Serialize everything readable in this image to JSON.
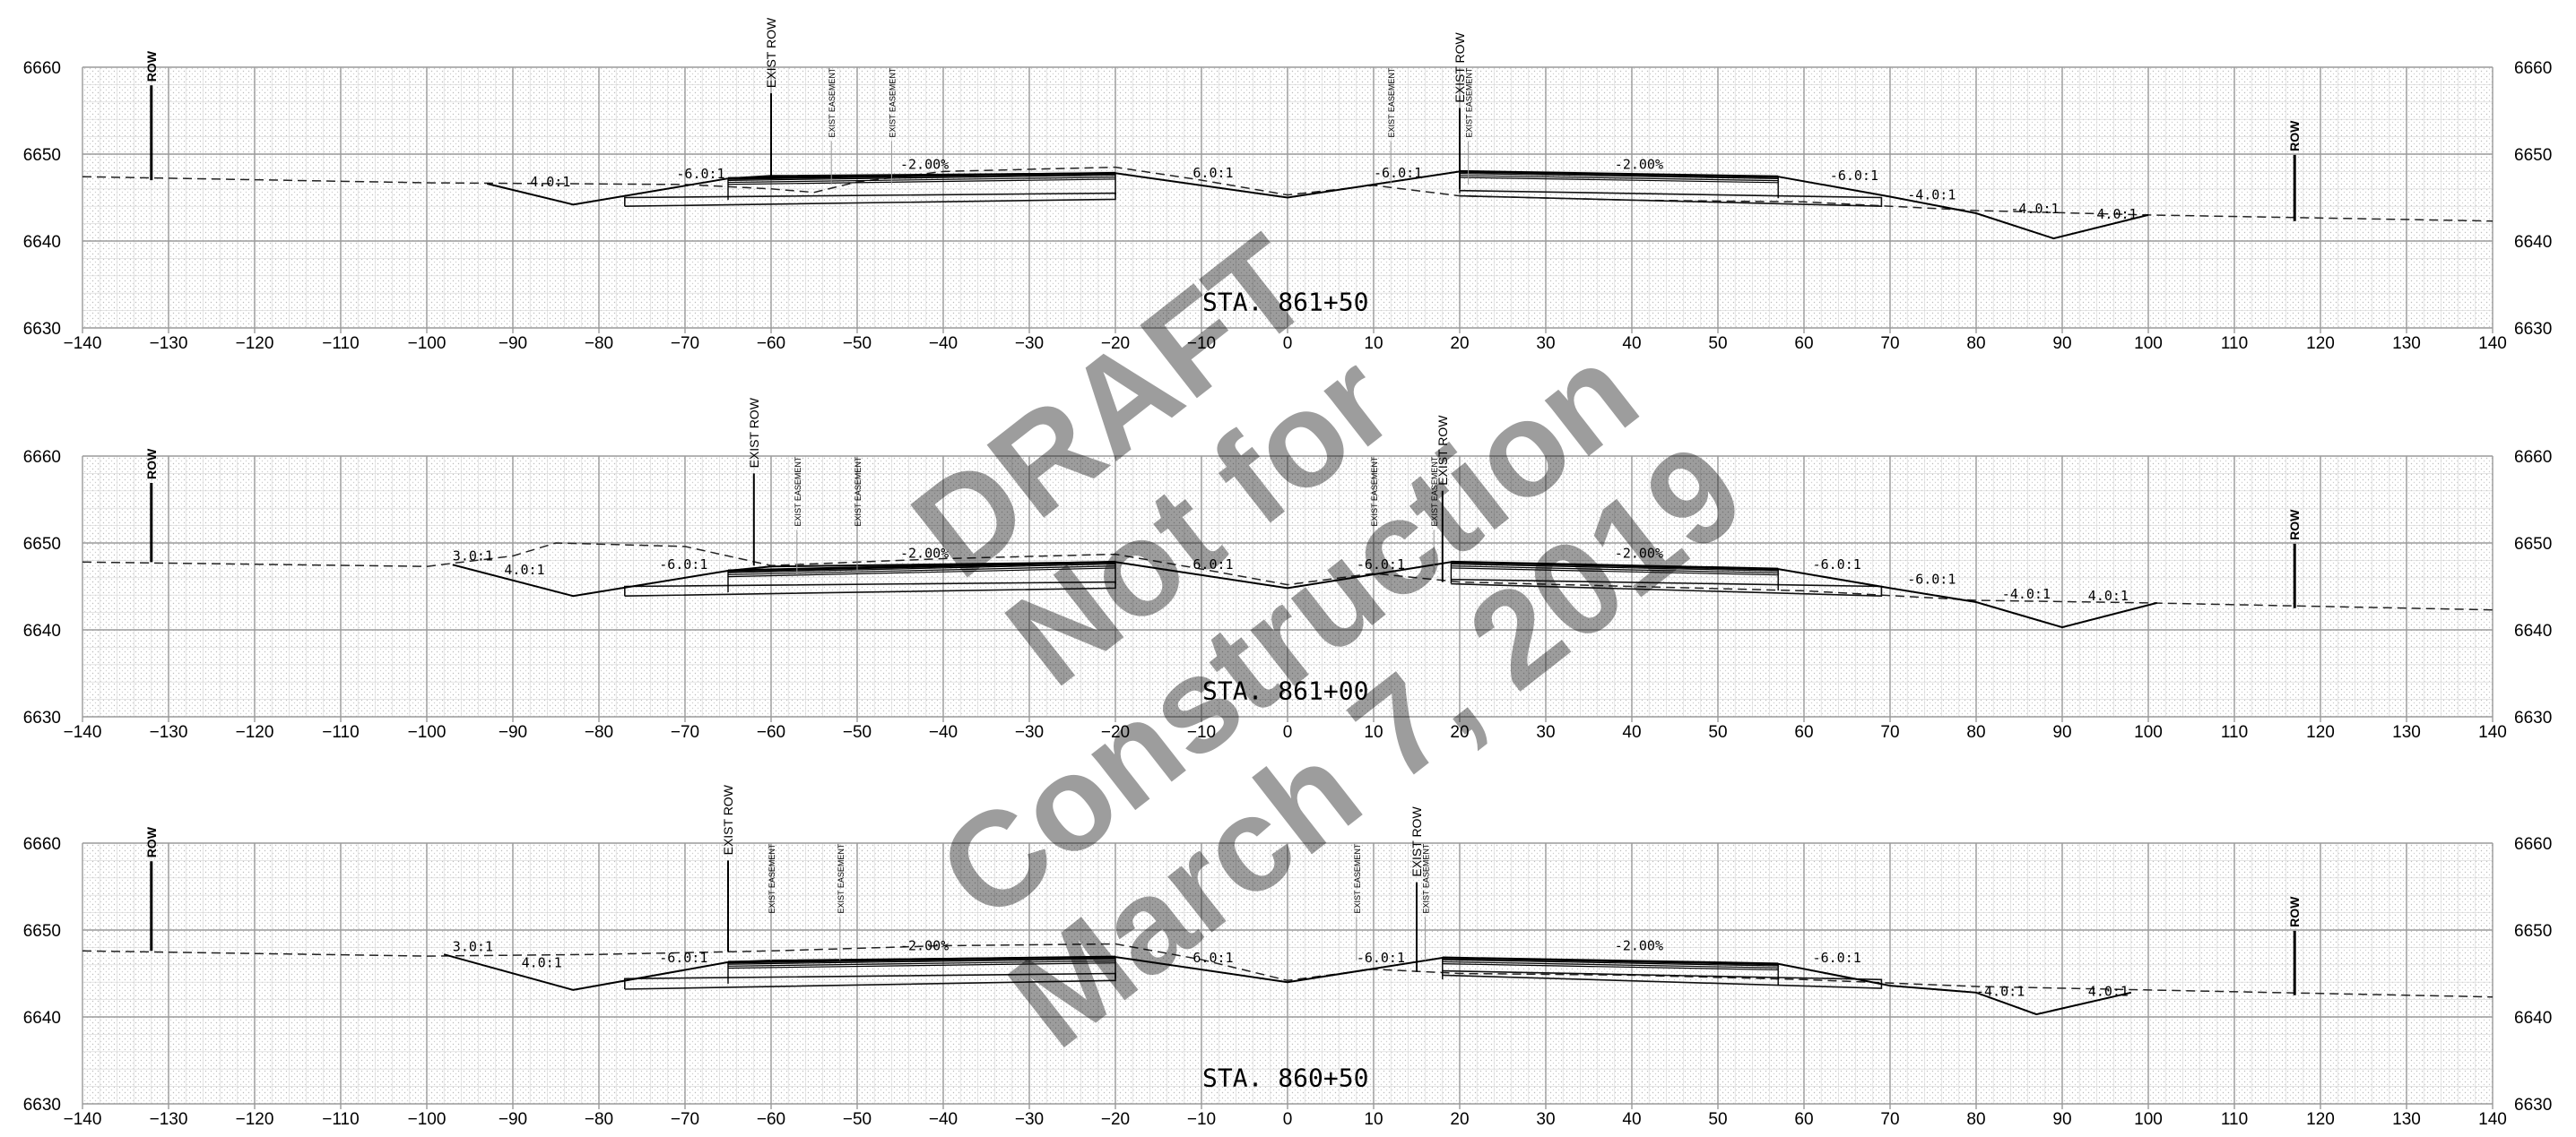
{
  "sheet": {
    "watermark": [
      "DRAFT",
      "Not for",
      "Construction",
      "March 7, 2019"
    ]
  },
  "axes": {
    "x_ticks": [
      -140,
      -130,
      -120,
      -110,
      -100,
      -90,
      -80,
      -70,
      -60,
      -50,
      -40,
      -30,
      -20,
      -10,
      0,
      10,
      20,
      30,
      40,
      50,
      60,
      70,
      80,
      90,
      100,
      110,
      120,
      130,
      140
    ],
    "y_ticks": [
      6630,
      6640,
      6650,
      6660
    ]
  },
  "sections": [
    {
      "station": "STA. 861+50",
      "existing_ground": [
        [
          -140,
          6647.4
        ],
        [
          -100,
          6646.7
        ],
        [
          -70,
          6646.5
        ],
        [
          -60,
          6646.0
        ],
        [
          -55,
          6645.6
        ],
        [
          -50,
          6646.8
        ],
        [
          -40,
          6648.0
        ],
        [
          -20,
          6648.5
        ],
        [
          -10,
          6647.0
        ],
        [
          0,
          6645.3
        ],
        [
          10,
          6646.4
        ],
        [
          20,
          6645.2
        ],
        [
          40,
          6644.7
        ],
        [
          60,
          6644.5
        ],
        [
          80,
          6643.5
        ],
        [
          100,
          6643.0
        ],
        [
          140,
          6642.3
        ]
      ],
      "proposed_surface": [
        [
          -93,
          6646.6
        ],
        [
          -83,
          6644.2
        ],
        [
          -65,
          6647.2
        ],
        [
          -60,
          6647.5
        ],
        [
          -20,
          6647.8
        ],
        [
          0,
          6645.0
        ],
        [
          20,
          6648.0
        ],
        [
          57,
          6647.4
        ],
        [
          70,
          6645.1
        ],
        [
          80,
          6643.2
        ],
        [
          89,
          6640.3
        ],
        [
          100,
          6643.0
        ]
      ],
      "subgrade": [
        [
          -77,
          6644.0
        ],
        [
          -77,
          6645.0
        ],
        [
          -20,
          6645.5
        ],
        [
          -20,
          6644.8
        ],
        [
          -77,
          6644.0
        ]
      ],
      "subgrade_right": [
        [
          20,
          6645.2
        ],
        [
          69,
          6644.0
        ],
        [
          69,
          6645.0
        ],
        [
          20,
          6645.8
        ]
      ],
      "slope_labels": [
        {
          "x": -88,
          "y": 6646.3,
          "text": "4.0:1"
        },
        {
          "x": -71,
          "y": 6647.2,
          "text": "-6.0:1"
        },
        {
          "x": -45,
          "y": 6648.3,
          "text": "-2.00%"
        },
        {
          "x": -11,
          "y": 6647.3,
          "text": "6.0:1"
        },
        {
          "x": 10,
          "y": 6647.3,
          "text": "-6.0:1"
        },
        {
          "x": 38,
          "y": 6648.3,
          "text": "-2.00%"
        },
        {
          "x": 63,
          "y": 6647.0,
          "text": "-6.0:1"
        },
        {
          "x": 72,
          "y": 6644.8,
          "text": "-4.0:1"
        },
        {
          "x": 84,
          "y": 6643.2,
          "text": "-4.0:1"
        },
        {
          "x": 94,
          "y": 6642.6,
          "text": "4.0:1"
        }
      ],
      "row_markers": [
        {
          "x": -132,
          "label": "ROW",
          "top": 6661,
          "bottom": 6647
        },
        {
          "x": 117,
          "label": "ROW",
          "top": 6653,
          "bottom": 6642.3
        }
      ],
      "exist_row_markers": [
        {
          "x": -60,
          "label": "EXIST ROW",
          "top": 6657,
          "bottom": 6647.3
        },
        {
          "x": 20,
          "label": "EXIST ROW",
          "top": 6655.3,
          "bottom": 6646.0
        }
      ],
      "easement_markers": [
        {
          "x": -53,
          "label": "EXIST EASEMENT"
        },
        {
          "x": -46,
          "label": "EXIST EASEMENT"
        },
        {
          "x": 12,
          "label": "EXIST EASEMENT"
        },
        {
          "x": 21,
          "label": "EXIST EASEMENT"
        }
      ]
    },
    {
      "station": "STA. 861+00",
      "existing_ground": [
        [
          -140,
          6647.8
        ],
        [
          -100,
          6647.3
        ],
        [
          -90,
          6648.5
        ],
        [
          -85,
          6650.0
        ],
        [
          -70,
          6649.6
        ],
        [
          -60,
          6647.4
        ],
        [
          -40,
          6648.2
        ],
        [
          -20,
          6648.7
        ],
        [
          -10,
          6647.0
        ],
        [
          0,
          6645.2
        ],
        [
          10,
          6646.5
        ],
        [
          20,
          6645.5
        ],
        [
          40,
          6645.0
        ],
        [
          60,
          6644.5
        ],
        [
          80,
          6643.4
        ],
        [
          100,
          6643.1
        ],
        [
          140,
          6642.3
        ]
      ],
      "proposed_surface": [
        [
          -97,
          6647.5
        ],
        [
          -83,
          6643.9
        ],
        [
          -65,
          6646.8
        ],
        [
          -60,
          6647.3
        ],
        [
          -20,
          6647.8
        ],
        [
          0,
          6644.8
        ],
        [
          19,
          6647.8
        ],
        [
          57,
          6647.0
        ],
        [
          70,
          6644.8
        ],
        [
          80,
          6643.2
        ],
        [
          90,
          6640.3
        ],
        [
          101,
          6643.1
        ]
      ],
      "subgrade": [
        [
          -77,
          6643.9
        ],
        [
          -77,
          6645.0
        ],
        [
          -20,
          6645.5
        ],
        [
          -20,
          6644.8
        ],
        [
          -77,
          6643.9
        ]
      ],
      "subgrade_right": [
        [
          19,
          6645.3
        ],
        [
          69,
          6643.9
        ],
        [
          69,
          6645.0
        ],
        [
          19,
          6645.8
        ]
      ],
      "slope_labels": [
        {
          "x": -97,
          "y": 6648.0,
          "text": "3.0:1"
        },
        {
          "x": -91,
          "y": 6646.4,
          "text": "4.0:1"
        },
        {
          "x": -73,
          "y": 6647.0,
          "text": "-6.0:1"
        },
        {
          "x": -45,
          "y": 6648.3,
          "text": "-2.00%"
        },
        {
          "x": -11,
          "y": 6647.0,
          "text": "6.0:1"
        },
        {
          "x": 8,
          "y": 6647.0,
          "text": "-6.0:1"
        },
        {
          "x": 38,
          "y": 6648.3,
          "text": "-2.00%"
        },
        {
          "x": 61,
          "y": 6647.0,
          "text": "-6.0:1"
        },
        {
          "x": 72,
          "y": 6645.3,
          "text": "-6.0:1"
        },
        {
          "x": 83,
          "y": 6643.6,
          "text": "-4.0:1"
        },
        {
          "x": 93,
          "y": 6643.4,
          "text": "4.0:1"
        }
      ],
      "row_markers": [
        {
          "x": -132,
          "label": "ROW",
          "top": 6660,
          "bottom": 6647.8
        },
        {
          "x": 117,
          "label": "ROW",
          "top": 6653,
          "bottom": 6642.5
        }
      ],
      "exist_row_markers": [
        {
          "x": -62,
          "label": "EXIST ROW",
          "top": 6658,
          "bottom": 6647.4
        },
        {
          "x": 18,
          "label": "EXIST ROW",
          "top": 6656,
          "bottom": 6645.5
        }
      ],
      "easement_markers": [
        {
          "x": -57,
          "label": "EXIST EASEMENT"
        },
        {
          "x": -50,
          "label": "EXIST EASEMENT"
        },
        {
          "x": 10,
          "label": "EXIST EASEMENT"
        },
        {
          "x": 17,
          "label": "EXIST EASEMENT"
        }
      ]
    },
    {
      "station": "STA. 860+50",
      "existing_ground": [
        [
          -140,
          6647.6
        ],
        [
          -100,
          6647.0
        ],
        [
          -80,
          6647.2
        ],
        [
          -60,
          6647.6
        ],
        [
          -40,
          6648.2
        ],
        [
          -20,
          6648.4
        ],
        [
          -10,
          6646.6
        ],
        [
          0,
          6644.2
        ],
        [
          10,
          6645.5
        ],
        [
          20,
          6645.0
        ],
        [
          40,
          6644.8
        ],
        [
          60,
          6644.3
        ],
        [
          80,
          6643.5
        ],
        [
          100,
          6643.1
        ],
        [
          140,
          6642.3
        ]
      ],
      "proposed_surface": [
        [
          -98,
          6647.2
        ],
        [
          -83,
          6643.1
        ],
        [
          -65,
          6646.3
        ],
        [
          -60,
          6646.5
        ],
        [
          -20,
          6646.9
        ],
        [
          0,
          6644.0
        ],
        [
          18,
          6646.8
        ],
        [
          57,
          6646.1
        ],
        [
          70,
          6643.6
        ],
        [
          80,
          6642.8
        ],
        [
          87,
          6640.3
        ],
        [
          98,
          6642.8
        ]
      ],
      "subgrade": [
        [
          -77,
          6643.2
        ],
        [
          -77,
          6644.4
        ],
        [
          -20,
          6645.0
        ],
        [
          -20,
          6644.2
        ],
        [
          -77,
          6643.2
        ]
      ],
      "subgrade_right": [
        [
          18,
          6644.8
        ],
        [
          69,
          6643.3
        ],
        [
          69,
          6644.3
        ],
        [
          18,
          6645.3
        ]
      ],
      "slope_labels": [
        {
          "x": -97,
          "y": 6647.6,
          "text": "3.0:1"
        },
        {
          "x": -89,
          "y": 6645.7,
          "text": "4.0:1"
        },
        {
          "x": -73,
          "y": 6646.3,
          "text": "-6.0:1"
        },
        {
          "x": -45,
          "y": 6647.7,
          "text": "-2.00%"
        },
        {
          "x": -11,
          "y": 6646.3,
          "text": "6.0:1"
        },
        {
          "x": 8,
          "y": 6646.3,
          "text": "-6.0:1"
        },
        {
          "x": 38,
          "y": 6647.7,
          "text": "-2.00%"
        },
        {
          "x": 61,
          "y": 6646.3,
          "text": "-6.0:1"
        },
        {
          "x": 80,
          "y": 6642.4,
          "text": "-4.0:1"
        },
        {
          "x": 93,
          "y": 6642.4,
          "text": "4.0:1"
        }
      ],
      "row_markers": [
        {
          "x": -132,
          "label": "ROW",
          "top": 6661,
          "bottom": 6647.6
        },
        {
          "x": 117,
          "label": "ROW",
          "top": 6653,
          "bottom": 6642.5
        }
      ],
      "exist_row_markers": [
        {
          "x": -65,
          "label": "EXIST ROW",
          "top": 6658,
          "bottom": 6647.5
        },
        {
          "x": 15,
          "label": "EXIST ROW",
          "top": 6655.5,
          "bottom": 6645.2
        }
      ],
      "easement_markers": [
        {
          "x": -60,
          "label": "EXIST EASEMENT"
        },
        {
          "x": -52,
          "label": "EXIST EASEMENT"
        },
        {
          "x": 8,
          "label": "EXIST EASEMENT"
        },
        {
          "x": 16,
          "label": "EXIST EASEMENT"
        }
      ]
    }
  ]
}
